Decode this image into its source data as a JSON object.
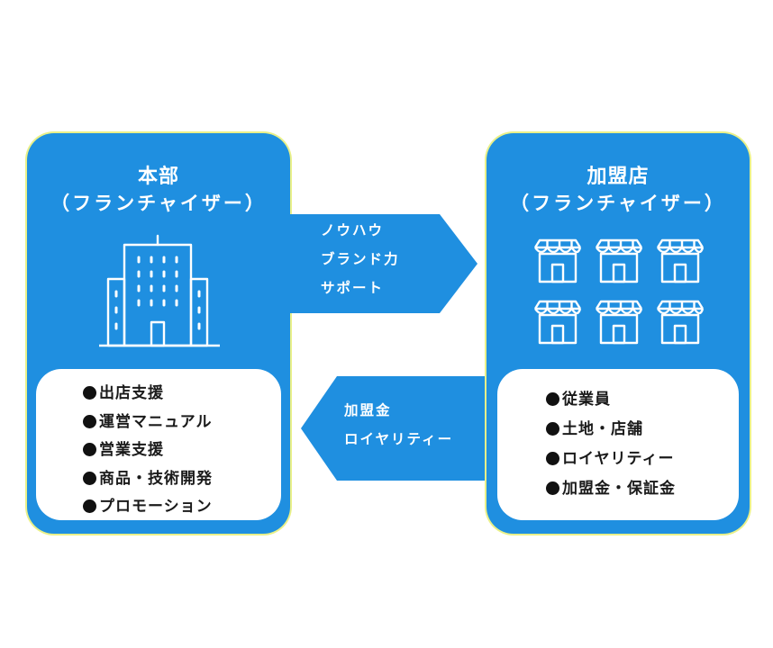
{
  "headquarters": {
    "title": "本部",
    "subtitle": "（フランチャイザー）",
    "icon": "office-building-icon",
    "items": [
      "出店支援",
      "運営マニュアル",
      "営業支援",
      "商品・技術開発",
      "プロモーション"
    ]
  },
  "franchisee": {
    "title": "加盟店",
    "subtitle": "（フランチャイザー）",
    "icon": "storefront-icon",
    "items": [
      "従業員",
      "土地・店舗",
      "ロイヤリティー",
      "加盟金・保証金"
    ]
  },
  "arrows": {
    "to_franchisee": [
      "ノウハウ",
      "ブランド力",
      "サポート"
    ],
    "to_headquarters": [
      "加盟金",
      "ロイヤリティー"
    ]
  },
  "colors": {
    "primary": "#1f8fe0",
    "panel_outline": "#e9f089",
    "card": "#ffffff"
  }
}
